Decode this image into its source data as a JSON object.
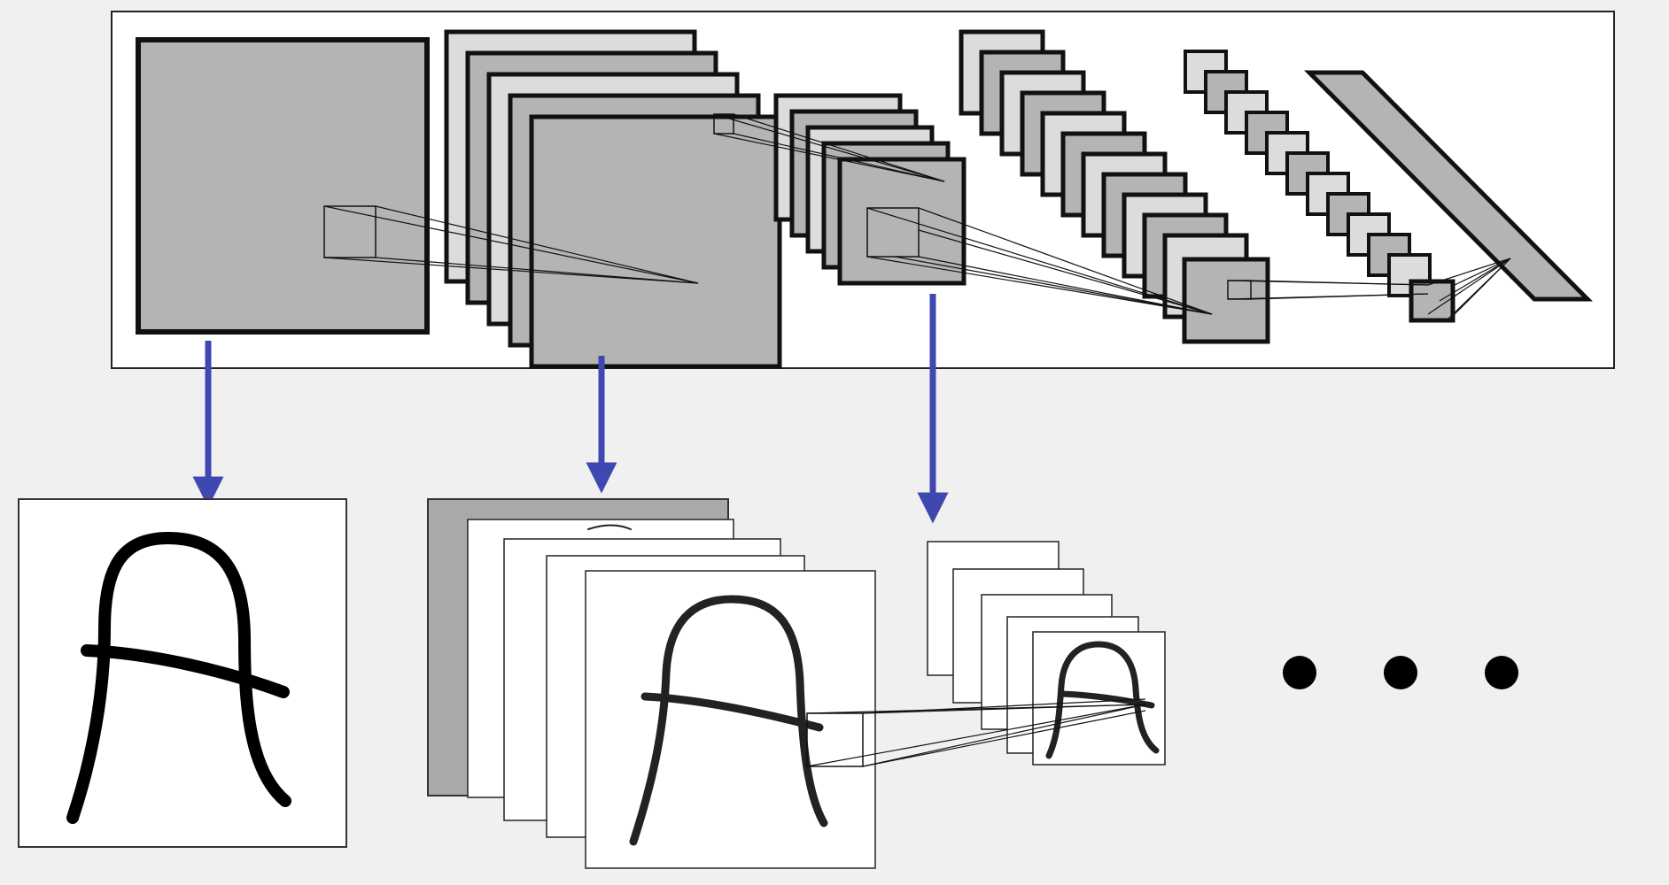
{
  "colors": {
    "background": "#f0f0f0",
    "panel_fill": "#ffffff",
    "feature_map_dark": "#b4b4b4",
    "feature_map_light": "#dcdcdc",
    "viz_back_sheet": "#a9a9a9",
    "stroke": "#111111",
    "arrow": "#3f48b0"
  },
  "diagram": {
    "type": "convolutional-network-feature-visualization",
    "stages": [
      {
        "name": "input",
        "feature_maps": 1,
        "visualization": "input-letter-A"
      },
      {
        "name": "conv-1",
        "feature_maps": 5,
        "visualization": "edge-maps"
      },
      {
        "name": "conv-2",
        "feature_maps": 5,
        "visualization": "smaller-edge-maps"
      },
      {
        "name": "conv-3",
        "feature_maps": 12
      },
      {
        "name": "conv-4",
        "feature_maps": 12
      },
      {
        "name": "fully-connected",
        "feature_maps": 1
      }
    ],
    "arrows": 3,
    "continuation": "ellipsis-dots",
    "continuation_dots": 3
  }
}
